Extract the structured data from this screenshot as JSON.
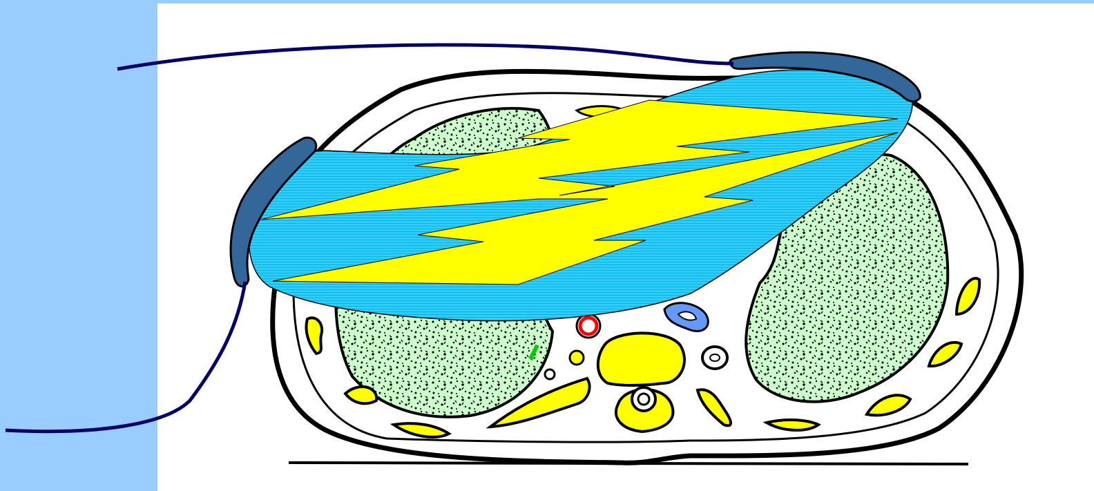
{
  "background": {
    "left_band_color": "#99ccff",
    "panel_color": "#ffffff"
  },
  "diagram": {
    "kind": "cross-section of the chest with two defibrillation paddles and an electric shock",
    "colors": {
      "outline": "#000000",
      "lung_fill": "#ccffcc",
      "current_fill": "#33ccff",
      "current_stripe": "#2aa3d0",
      "bolt_fill": "#ffff00",
      "bone_fill": "#ffff00",
      "paddle_fill": "#336699",
      "lead_wire": "#000066",
      "aorta": "#ff0000",
      "vena_cava": "#6699ff",
      "nerve_mark": "#00cc00"
    },
    "elements": [
      "torso-outline",
      "left-lung",
      "right-lung",
      "vertebra",
      "spinal-canal",
      "ribs",
      "sternum",
      "aorta",
      "vena-cava",
      "esophagus",
      "current-path",
      "lightning-bolt",
      "anterior-paddle",
      "lateral-paddle",
      "upper-lead-wire",
      "lower-lead-wire"
    ]
  }
}
